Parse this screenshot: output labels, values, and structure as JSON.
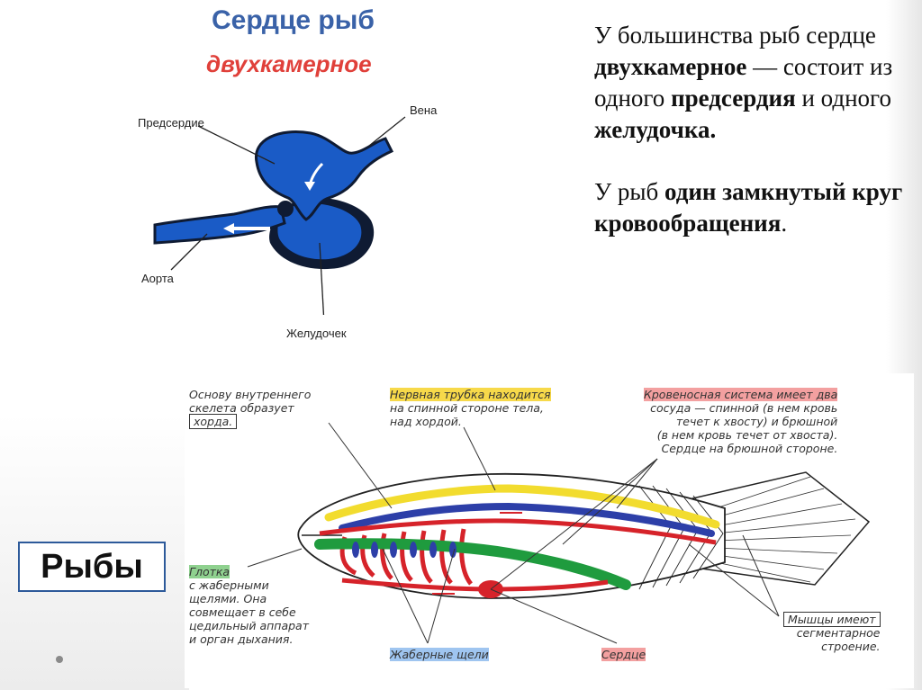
{
  "heart": {
    "title": "Сердце рыб",
    "subtitle": "двухкамерное",
    "labels": {
      "atrium": "Предсердие",
      "vein": "Вена",
      "aorta": "Аорта",
      "ventricle": "Желудочек"
    }
  },
  "text": {
    "p1_a": "У большинства рыб сердце ",
    "p1_b": "двухкамерное",
    "p1_c": " — состоит из одного ",
    "p1_d": "предсердия",
    "p1_e": " и одного ",
    "p1_f": "желудочка.",
    "p2_a": "У рыб ",
    "p2_b": "один замкнутый круг кровообращения",
    "p2_c": "."
  },
  "fish": {
    "skeleton": {
      "line1": "Основу внутреннего",
      "line2": "скелета образует",
      "line3": "хорда."
    },
    "nerve": {
      "line1": "Нервная трубка находится",
      "line2": "на спинной стороне тела,",
      "line3": "над хордой."
    },
    "blood": {
      "line1": "Кровеносная система имеет два",
      "line2": "сосуда — спинной (в нем кровь",
      "line3": "течет к хвосту) и брюшной",
      "line4": "(в нем кровь течет от хвоста).",
      "line5": "Сердце на брюшной стороне."
    },
    "pharynx": {
      "line1": "Глотка",
      "line2": "с жаберными",
      "line3": "щелями. Она",
      "line4": "совмещает в себе",
      "line5": "цедильный аппарат",
      "line6": "и орган дыхания."
    },
    "gills": "Жаберные щели",
    "heart": "Сердце",
    "muscles": {
      "line1": "Мышцы имеют",
      "line2": "сегментарное",
      "line3": "строение."
    }
  },
  "slide_title": "Рыбы",
  "colors": {
    "heart_blue": "#1a5bc6",
    "heart_dark": "#0f1b33",
    "yellow": "#f2dc2e",
    "blue": "#2d3fa8",
    "red": "#d6232a",
    "green": "#1f9b3e"
  }
}
